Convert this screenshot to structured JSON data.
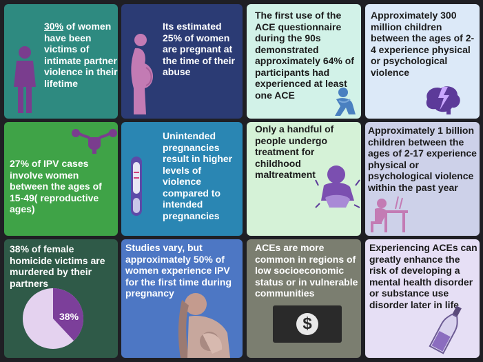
{
  "tiles": [
    {
      "highlight": "30%",
      "text": " of women have been victims of intimate partner violence in their lifetime",
      "bg": "#2e8a80"
    },
    {
      "text": "Its estimated 25% of women are pregnant at the time of their abuse",
      "bg": "#2b3b74"
    },
    {
      "text": "The first use of the ACE questionnaire during the 90s demonstrated approximately 64% of participants had experienced at least one ACE",
      "bg": "#d2f2e8"
    },
    {
      "text": "Approximately 300 million children between the ages of 2-4 experience physical or psychological violence",
      "bg": "#dce9f8"
    },
    {
      "text": "27% of IPV cases involve women between the ages of 15-49( reproductive ages)",
      "bg": "#3fa347"
    },
    {
      "text": "Unintended pregnancies result in higher levels of violence compared to intended pregnancies",
      "bg": "#2a86b3"
    },
    {
      "text": "Only a handful of people undergo treatment for childhood maltreatment",
      "bg": "#d5f2d7"
    },
    {
      "text": "Approximately 1 billion children between the ages of 2-17 experience physical or psychological violence within the past year",
      "bg": "#cdd1e9"
    },
    {
      "text": "38% of female homicide victims are murdered by their partners",
      "bg": "#2f5a48"
    },
    {
      "text": "Studies vary, but approximately 50% of women experience IPV for the first time during pregnancy",
      "bg": "#4d77c4"
    },
    {
      "text": "ACEs are more common in regions of low socioeconomic status or in vulnerable communities",
      "bg": "#7b7e70"
    },
    {
      "text": "Experiencing ACEs can greatly enhance the risk of developing a mental health disorder or substance use disorder later in life",
      "bg": "#e6dff5"
    }
  ],
  "pie": {
    "label": "38%",
    "value": 0.38,
    "slice_color": "#7c3f9a",
    "rest_color": "#e4d2ef"
  },
  "icons": [
    "woman-figure-icon",
    "pregnant-woman-icon",
    "sad-child-icon",
    "brain-lightning-icon",
    "uterus-icon",
    "pregnancy-test-icon",
    "crying-baby-icon",
    "stressed-person-at-desk-icon",
    "pie-chart-icon",
    "mother-holding-baby-icon",
    "dollar-bill-icon",
    "bottle-icon"
  ],
  "dollar_symbol": "$"
}
